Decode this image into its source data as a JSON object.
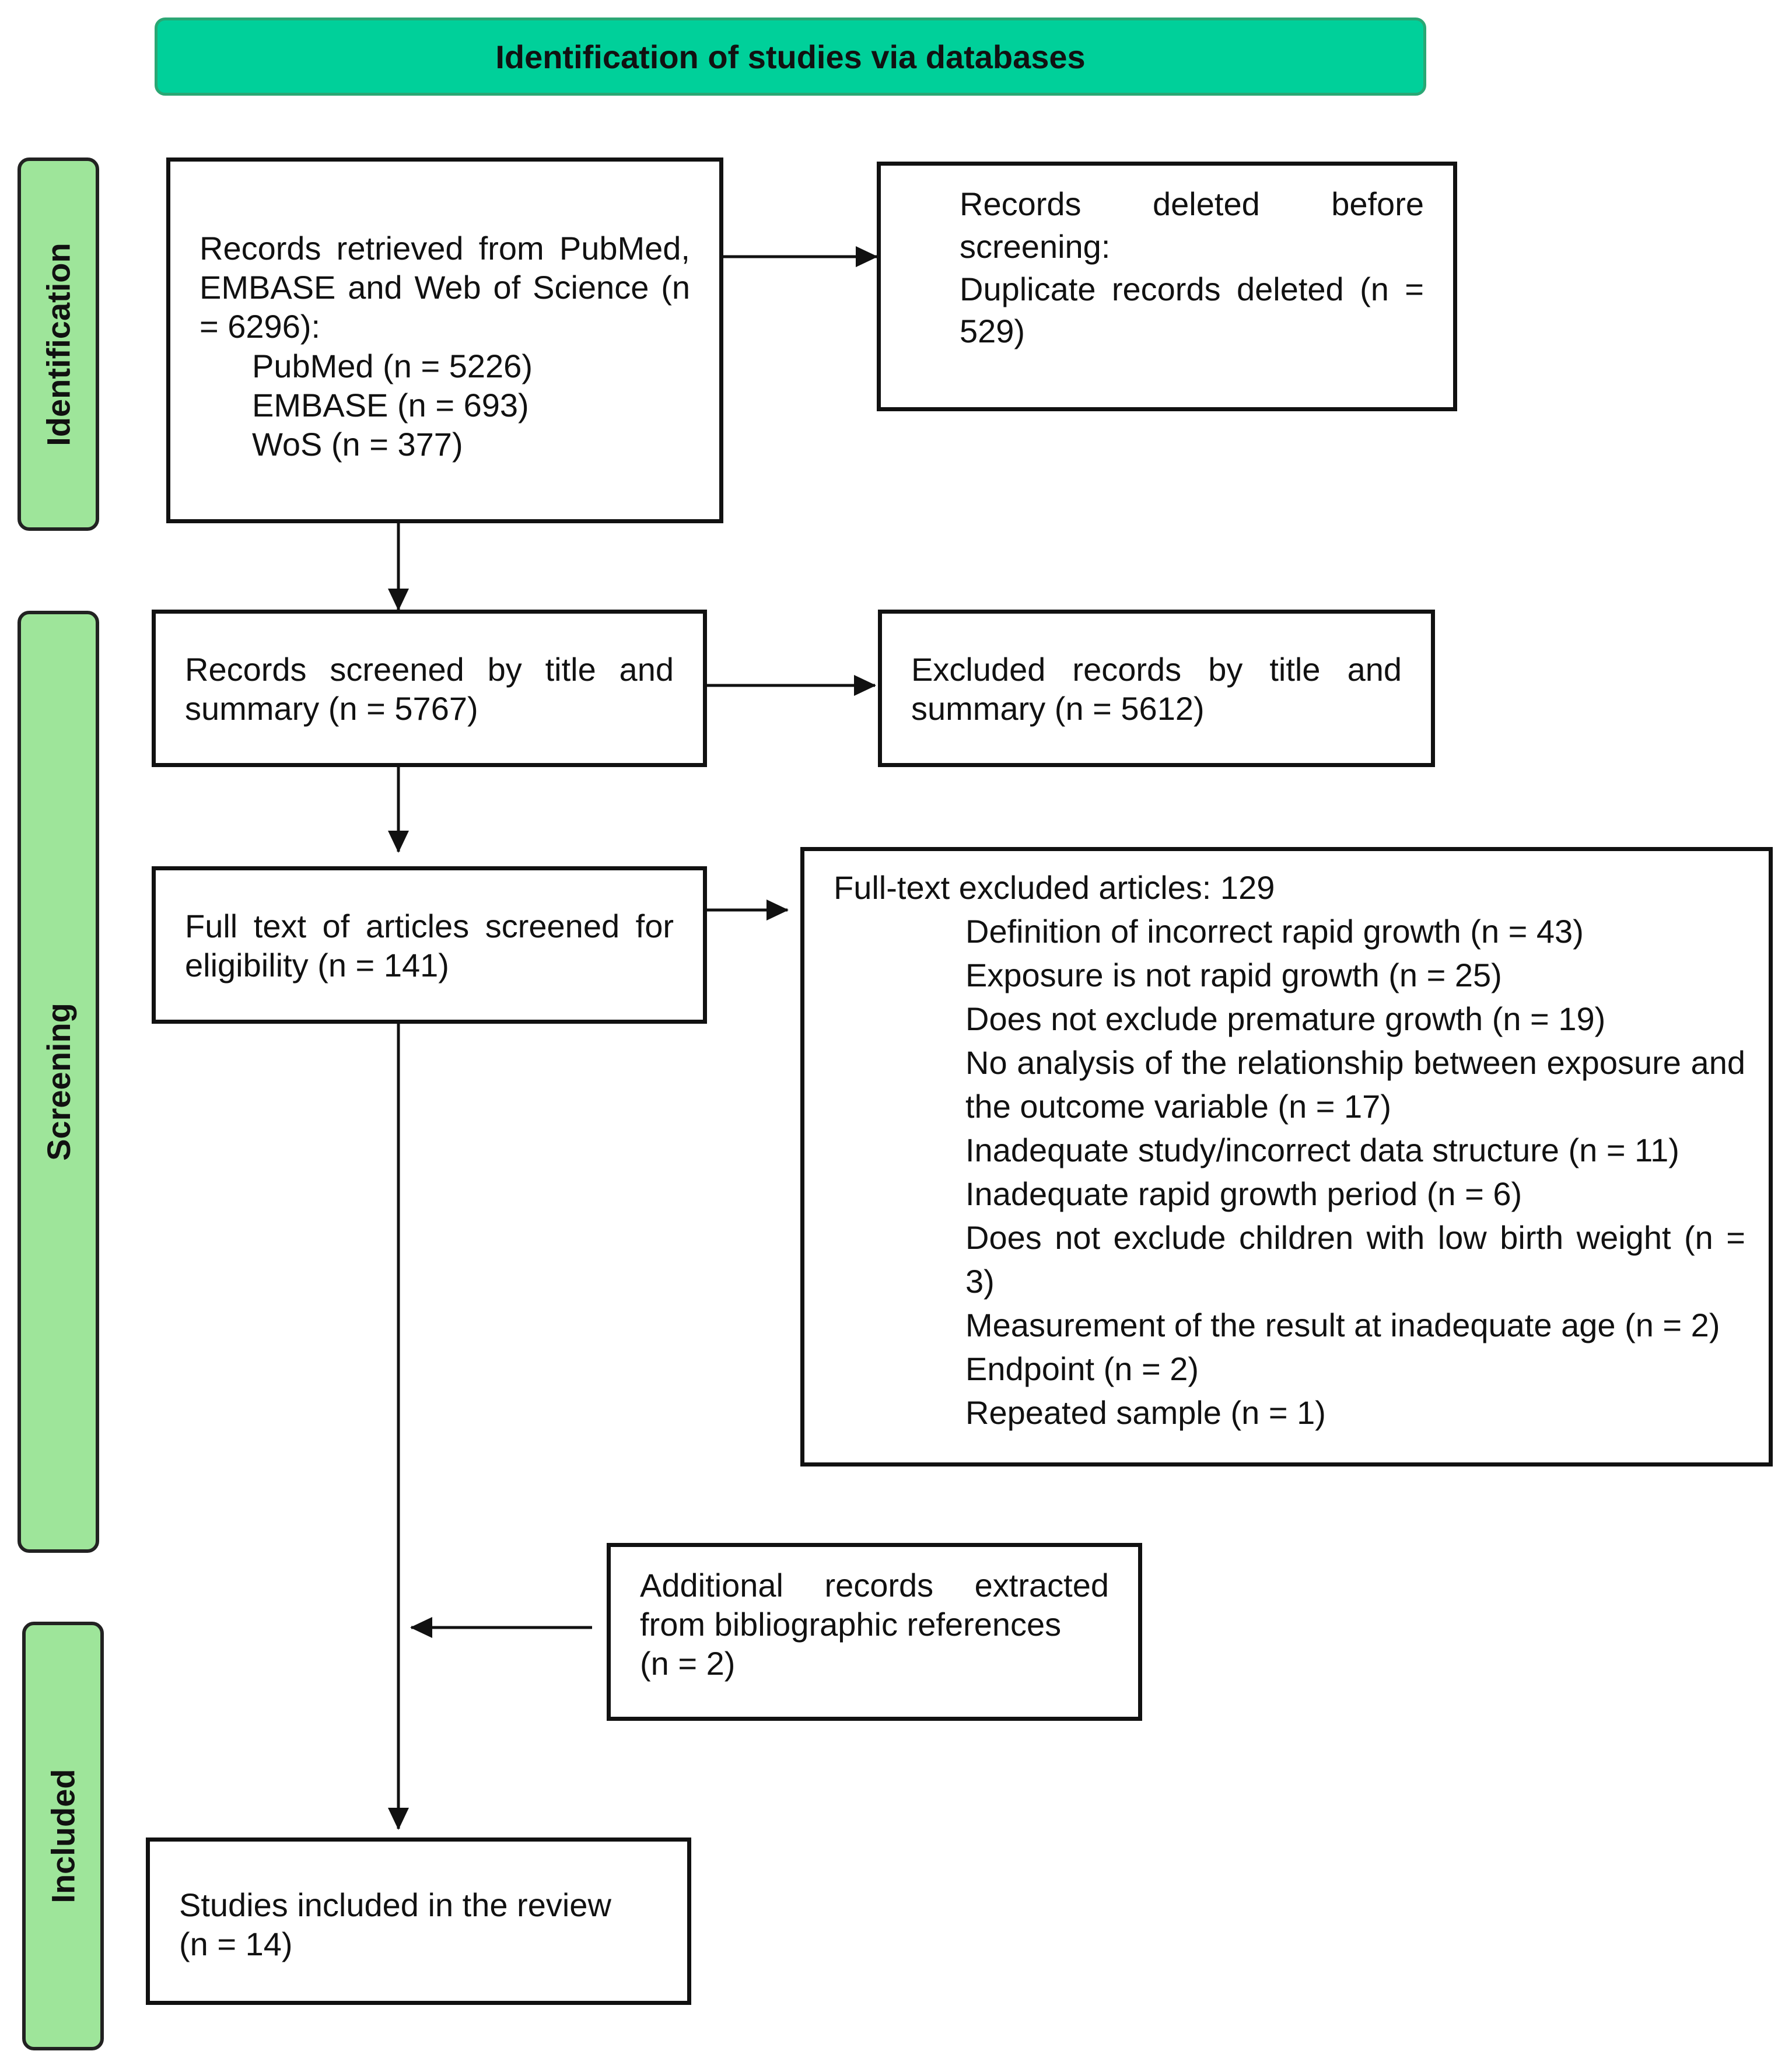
{
  "header": {
    "title": "Identification of studies via databases"
  },
  "phases": {
    "identification": "Identification",
    "screening": "Screening",
    "included": "Included"
  },
  "boxes": {
    "records_retrieved": {
      "text": "Records retrieved from PubMed, EMBASE and Web of Science (n = 6296):",
      "items": [
        "PubMed (n = 5226)",
        "EMBASE (n = 693)",
        "WoS (n = 377)"
      ]
    },
    "records_deleted": {
      "text": "Records deleted before screening:",
      "detail": "Duplicate records deleted (n = 529)"
    },
    "records_screened": {
      "text": "Records screened by title and summary (n = 5767)"
    },
    "excluded_records": {
      "text": "Excluded records by title and summary (n = 5612)"
    },
    "full_text_screened": {
      "text": "Full text of articles screened for eligibility (n = 141)"
    },
    "full_text_excluded": {
      "title": "Full-text excluded articles: 129",
      "reasons": [
        "Definition of incorrect rapid growth (n = 43)",
        "Exposure is not rapid growth (n = 25)",
        "Does not exclude premature growth (n = 19)",
        "No analysis of the relationship between exposure and the outcome variable (n = 17)",
        "Inadequate study/incorrect data structure (n = 11)",
        "Inadequate rapid growth period (n = 6)",
        "Does not exclude children with low birth weight (n = 3)",
        "Measurement of the result at inadequate age (n = 2)",
        "Endpoint (n = 2)",
        "Repeated sample (n = 1)"
      ]
    },
    "additional_records": {
      "text": "Additional records extracted from bibliographic references",
      "count": "(n = 2)"
    },
    "studies_included": {
      "text": "Studies included in the review",
      "count": "(n = 14)"
    }
  }
}
